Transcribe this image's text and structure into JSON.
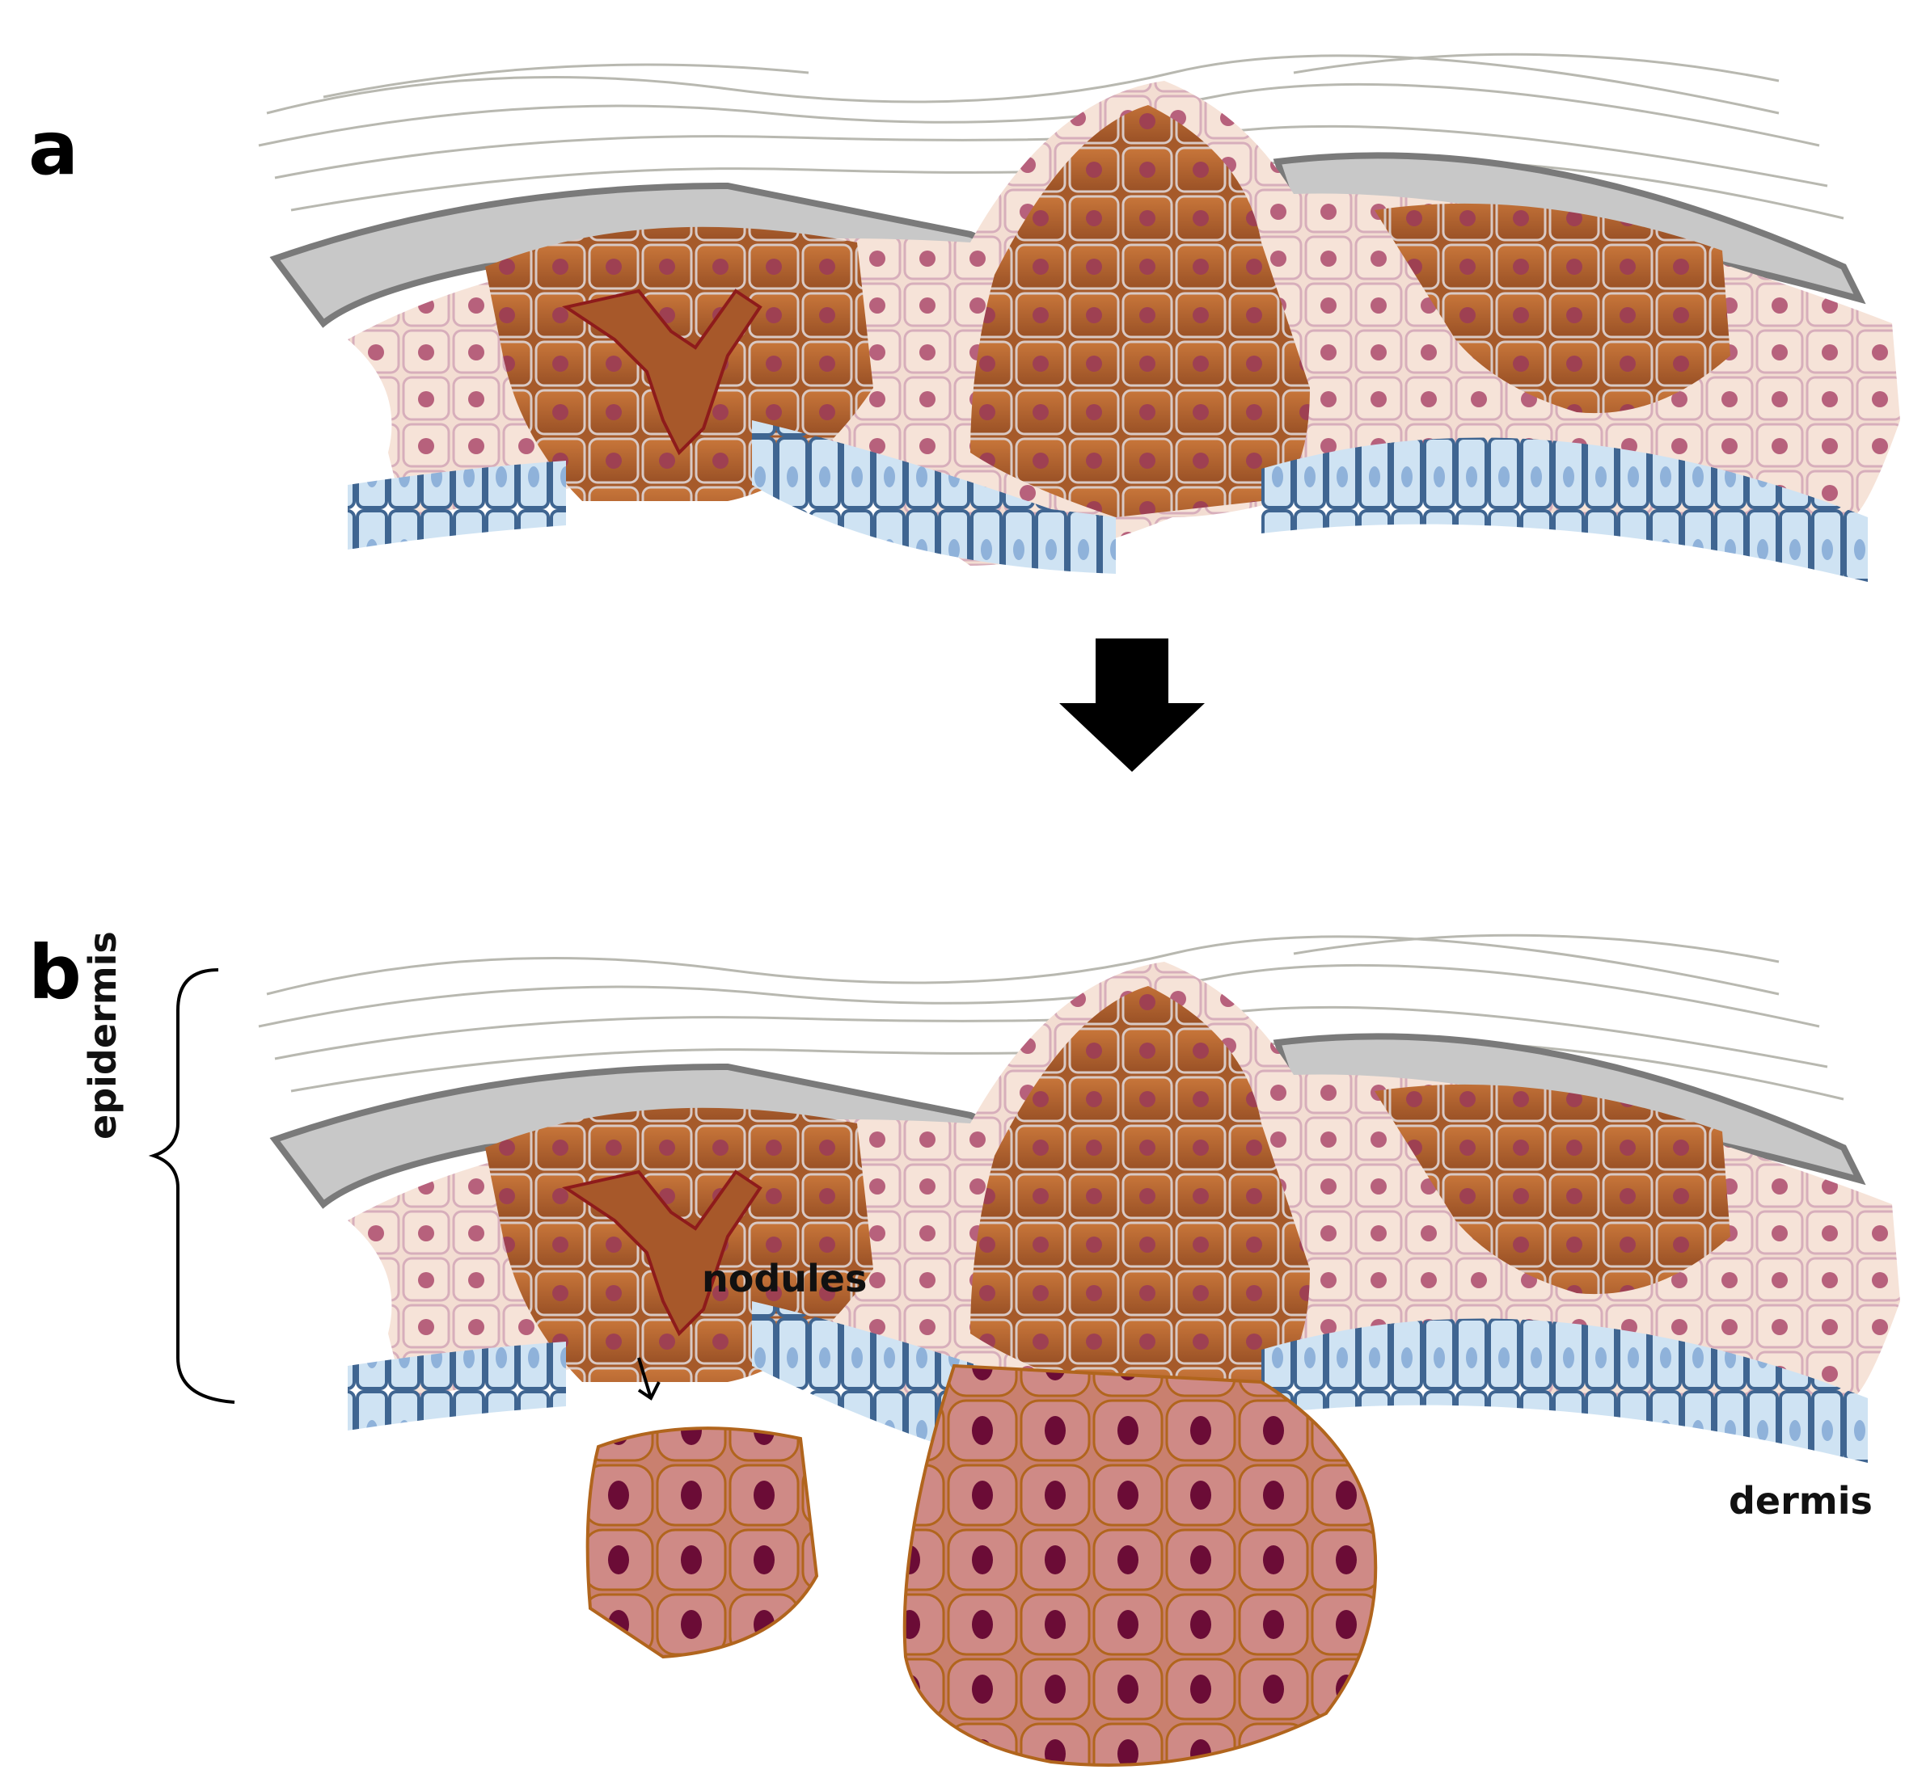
{
  "panels": {
    "a": {
      "label": "a"
    },
    "b": {
      "label": "b"
    }
  },
  "labels": {
    "epidermis": "epidermis",
    "dermis": "dermis",
    "nodules": "nodules"
  },
  "colors": {
    "stratum_corneum_line": "#b8b8b0",
    "keratin_gray": "#c8c8c8",
    "keratin_gray_stroke": "#7a7a7a",
    "pale_keratinocyte": "#f3ddd2",
    "pale_keratinocyte_stroke": "#d7aebb",
    "melanocytic_brown": "#b5662e",
    "melanocytic_brown_dark": "#8a4420",
    "nucleus": "#b0506a",
    "basal_fill": "#cfe3f3",
    "basal_stroke": "#3f6591",
    "nodule_fill": "#cc7f7a",
    "nodule_nucleus": "#6b0c36",
    "arrow": "#000000"
  }
}
